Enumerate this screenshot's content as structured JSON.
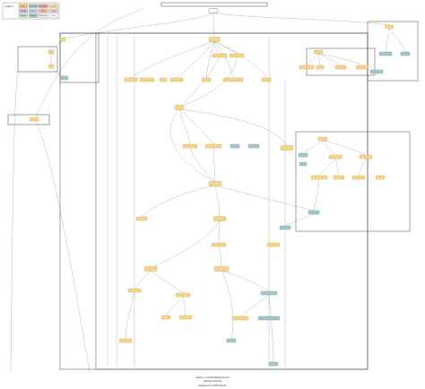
{
  "legend": {
    "title": "Legend",
    "items": [
      {
        "label": "Node",
        "color": "#f2c46e"
      },
      {
        "label": "Component",
        "color": "#a7c9cf"
      },
      {
        "label": "Deployment",
        "color": "#f3a5a5"
      },
      {
        "label": "Service",
        "color": "#f6dfa1"
      },
      {
        "label": "Config",
        "color": "#c8b7e6"
      },
      {
        "label": "Secret",
        "color": "#b6cfe9"
      },
      {
        "label": "Pod",
        "color": "#f1b48a"
      },
      {
        "label": "Job",
        "color": "#e8c2d3"
      },
      {
        "label": "Volume",
        "color": "#c1e0c0"
      },
      {
        "label": "Ingress",
        "color": "#a7c9cf"
      },
      {
        "label": "External",
        "color": "#eeeeee"
      },
      {
        "label": "Other",
        "color": "#ffffff"
      }
    ]
  },
  "colors": {
    "node_fill": "#f6d58a",
    "node_stroke": "#c9a24a",
    "teal_fill": "#a6c8cd",
    "teal_stroke": "#5f8f96",
    "edge": "#9a9a9a",
    "cluster_stroke": "#444444"
  },
  "footer": {
    "line1": "python_rule(blaze/Repo/root)",
    "line2": "Dialogue Model",
    "line3": "Powered by DDD Player"
  }
}
